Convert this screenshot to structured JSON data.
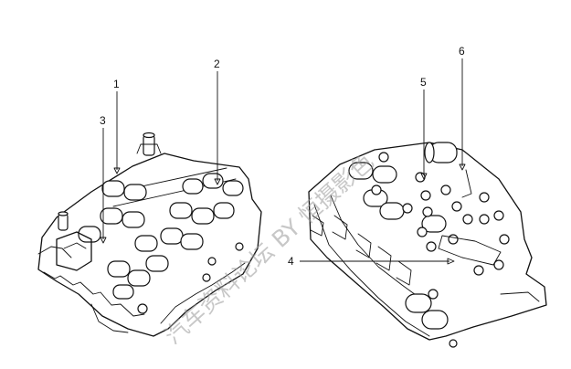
{
  "callouts": [
    {
      "id": "c1",
      "label": "1"
    },
    {
      "id": "c2",
      "label": "2"
    },
    {
      "id": "c3",
      "label": "3"
    },
    {
      "id": "c4",
      "label": "4"
    },
    {
      "id": "c5",
      "label": "5"
    },
    {
      "id": "c6",
      "label": "6"
    }
  ],
  "watermark": {
    "text": "汽车资料论坛 BY 恒摄影色"
  }
}
